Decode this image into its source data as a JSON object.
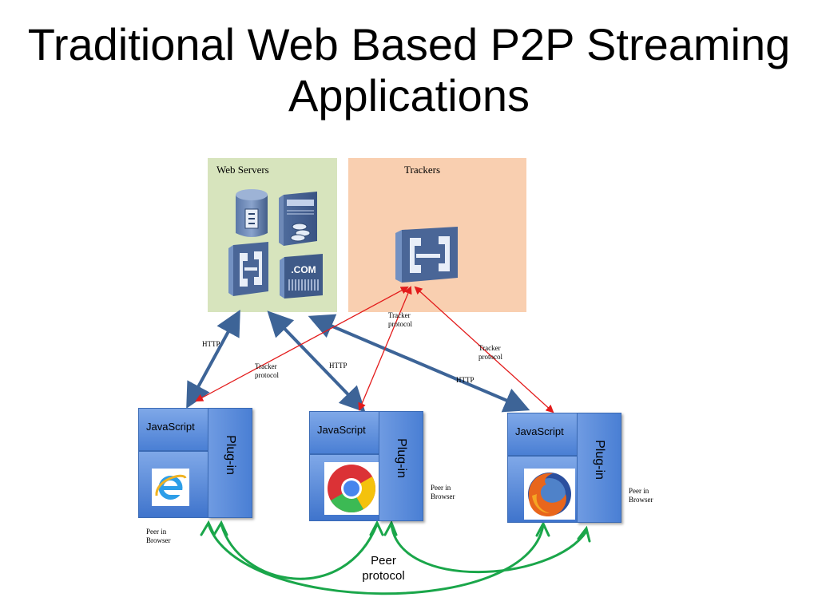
{
  "title": "Traditional Web Based P2P Streaming Applications",
  "web_servers_label": "Web Servers",
  "trackers_label": "Trackers",
  "com_label": ".COM",
  "labels": {
    "http_1": "HTTP",
    "http_2": "HTTP",
    "http_3": "HTTP",
    "tracker_protocol_1_line1": "Tracker",
    "tracker_protocol_1_line2": "protocol",
    "tracker_protocol_2_line1": "Tracker",
    "tracker_protocol_2_line2": "protocol",
    "tracker_protocol_3_line1": "Tracker",
    "tracker_protocol_3_line2": "protocol",
    "peer_protocol_line1": "Peer",
    "peer_protocol_line2": "protocol"
  },
  "browsers": [
    {
      "js_label": "JavaScript",
      "plugin_label": "Plug-in",
      "icon": "internet-explorer-icon",
      "peer_line1": "Peer in",
      "peer_line2": "Browser"
    },
    {
      "js_label": "JavaScript",
      "plugin_label": "Plug-in",
      "icon": "chrome-icon",
      "peer_line1": "Peer in",
      "peer_line2": "Browser"
    },
    {
      "js_label": "JavaScript",
      "plugin_label": "Plug-in",
      "icon": "firefox-icon",
      "peer_line1": "Peer in",
      "peer_line2": "Browser"
    }
  ],
  "colors": {
    "http_arrow": "#3d6497",
    "tracker_arrow": "#e31b1b",
    "peer_arrow": "#1aa64a",
    "web_servers_bg": "#d7e4bd",
    "trackers_bg": "#f9cfb0"
  }
}
